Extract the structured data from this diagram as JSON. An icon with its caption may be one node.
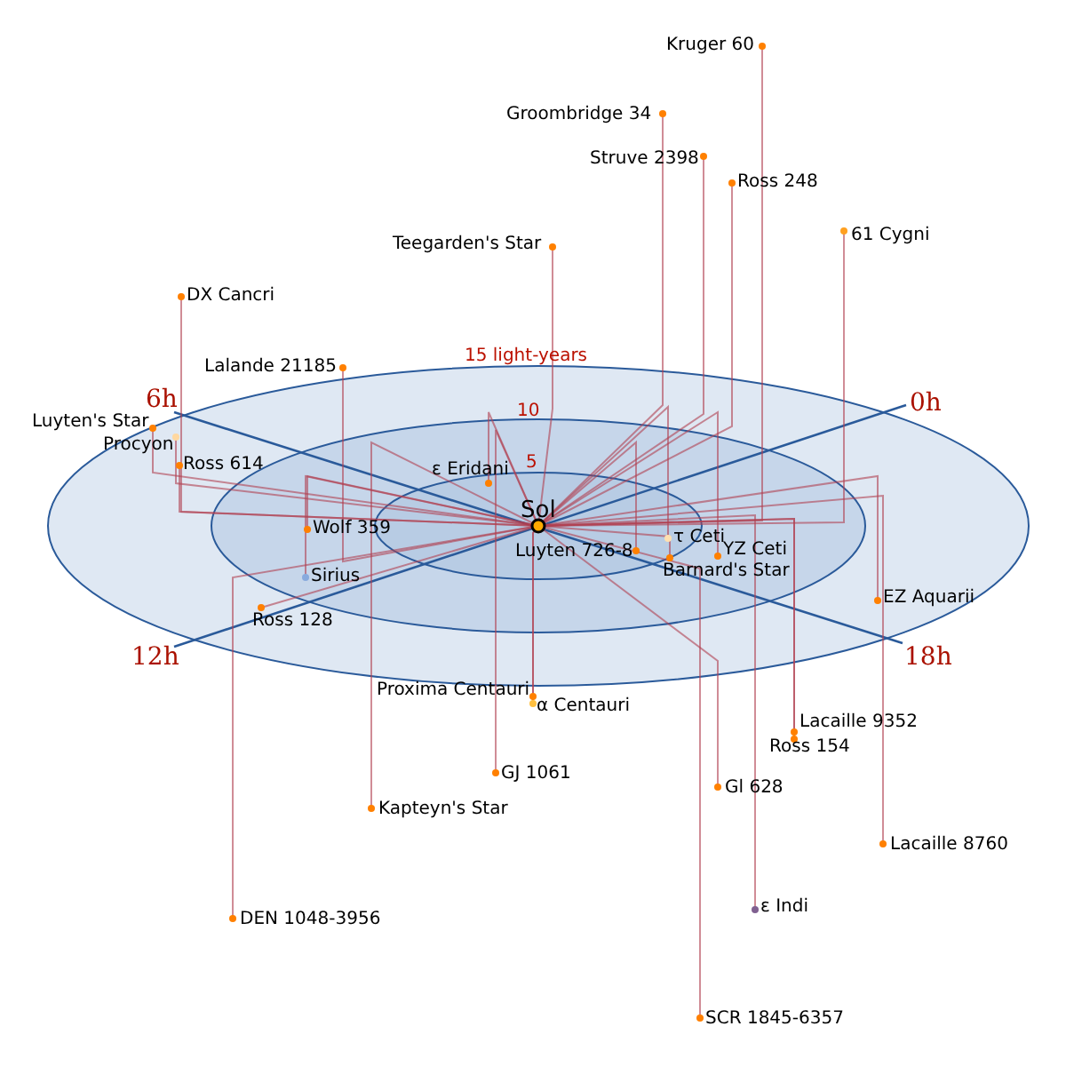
{
  "diagram": {
    "labels": [
      "Kruger 60",
      "Groombridge 34",
      "Struve 2398",
      "Ross 248",
      "61 Cygni",
      "Teegarden's Star",
      "DX Cancri",
      "15 light-years",
      "Lalande 21185",
      "6h",
      "0h",
      "10",
      "Luyten's Star",
      "Procyon",
      "Ross 614",
      "ε Eridani",
      "5",
      "Sol",
      "Wolf 359",
      "τ Ceti",
      "YZ Ceti",
      "Luyten 726-8",
      "Barnard's Star",
      "Sirius",
      "EZ Aquarii",
      "Ross 128",
      "12h",
      "18h",
      "Proxima Centauri",
      "α Centauri",
      "Lacaille 9352",
      "Ross 154",
      "GJ 1061",
      "Gl 628",
      "Kapteyn's Star",
      "Lacaille 8760",
      "ε Indi",
      "DEN 1048-3956",
      "SCR 1845-6357"
    ]
  }
}
